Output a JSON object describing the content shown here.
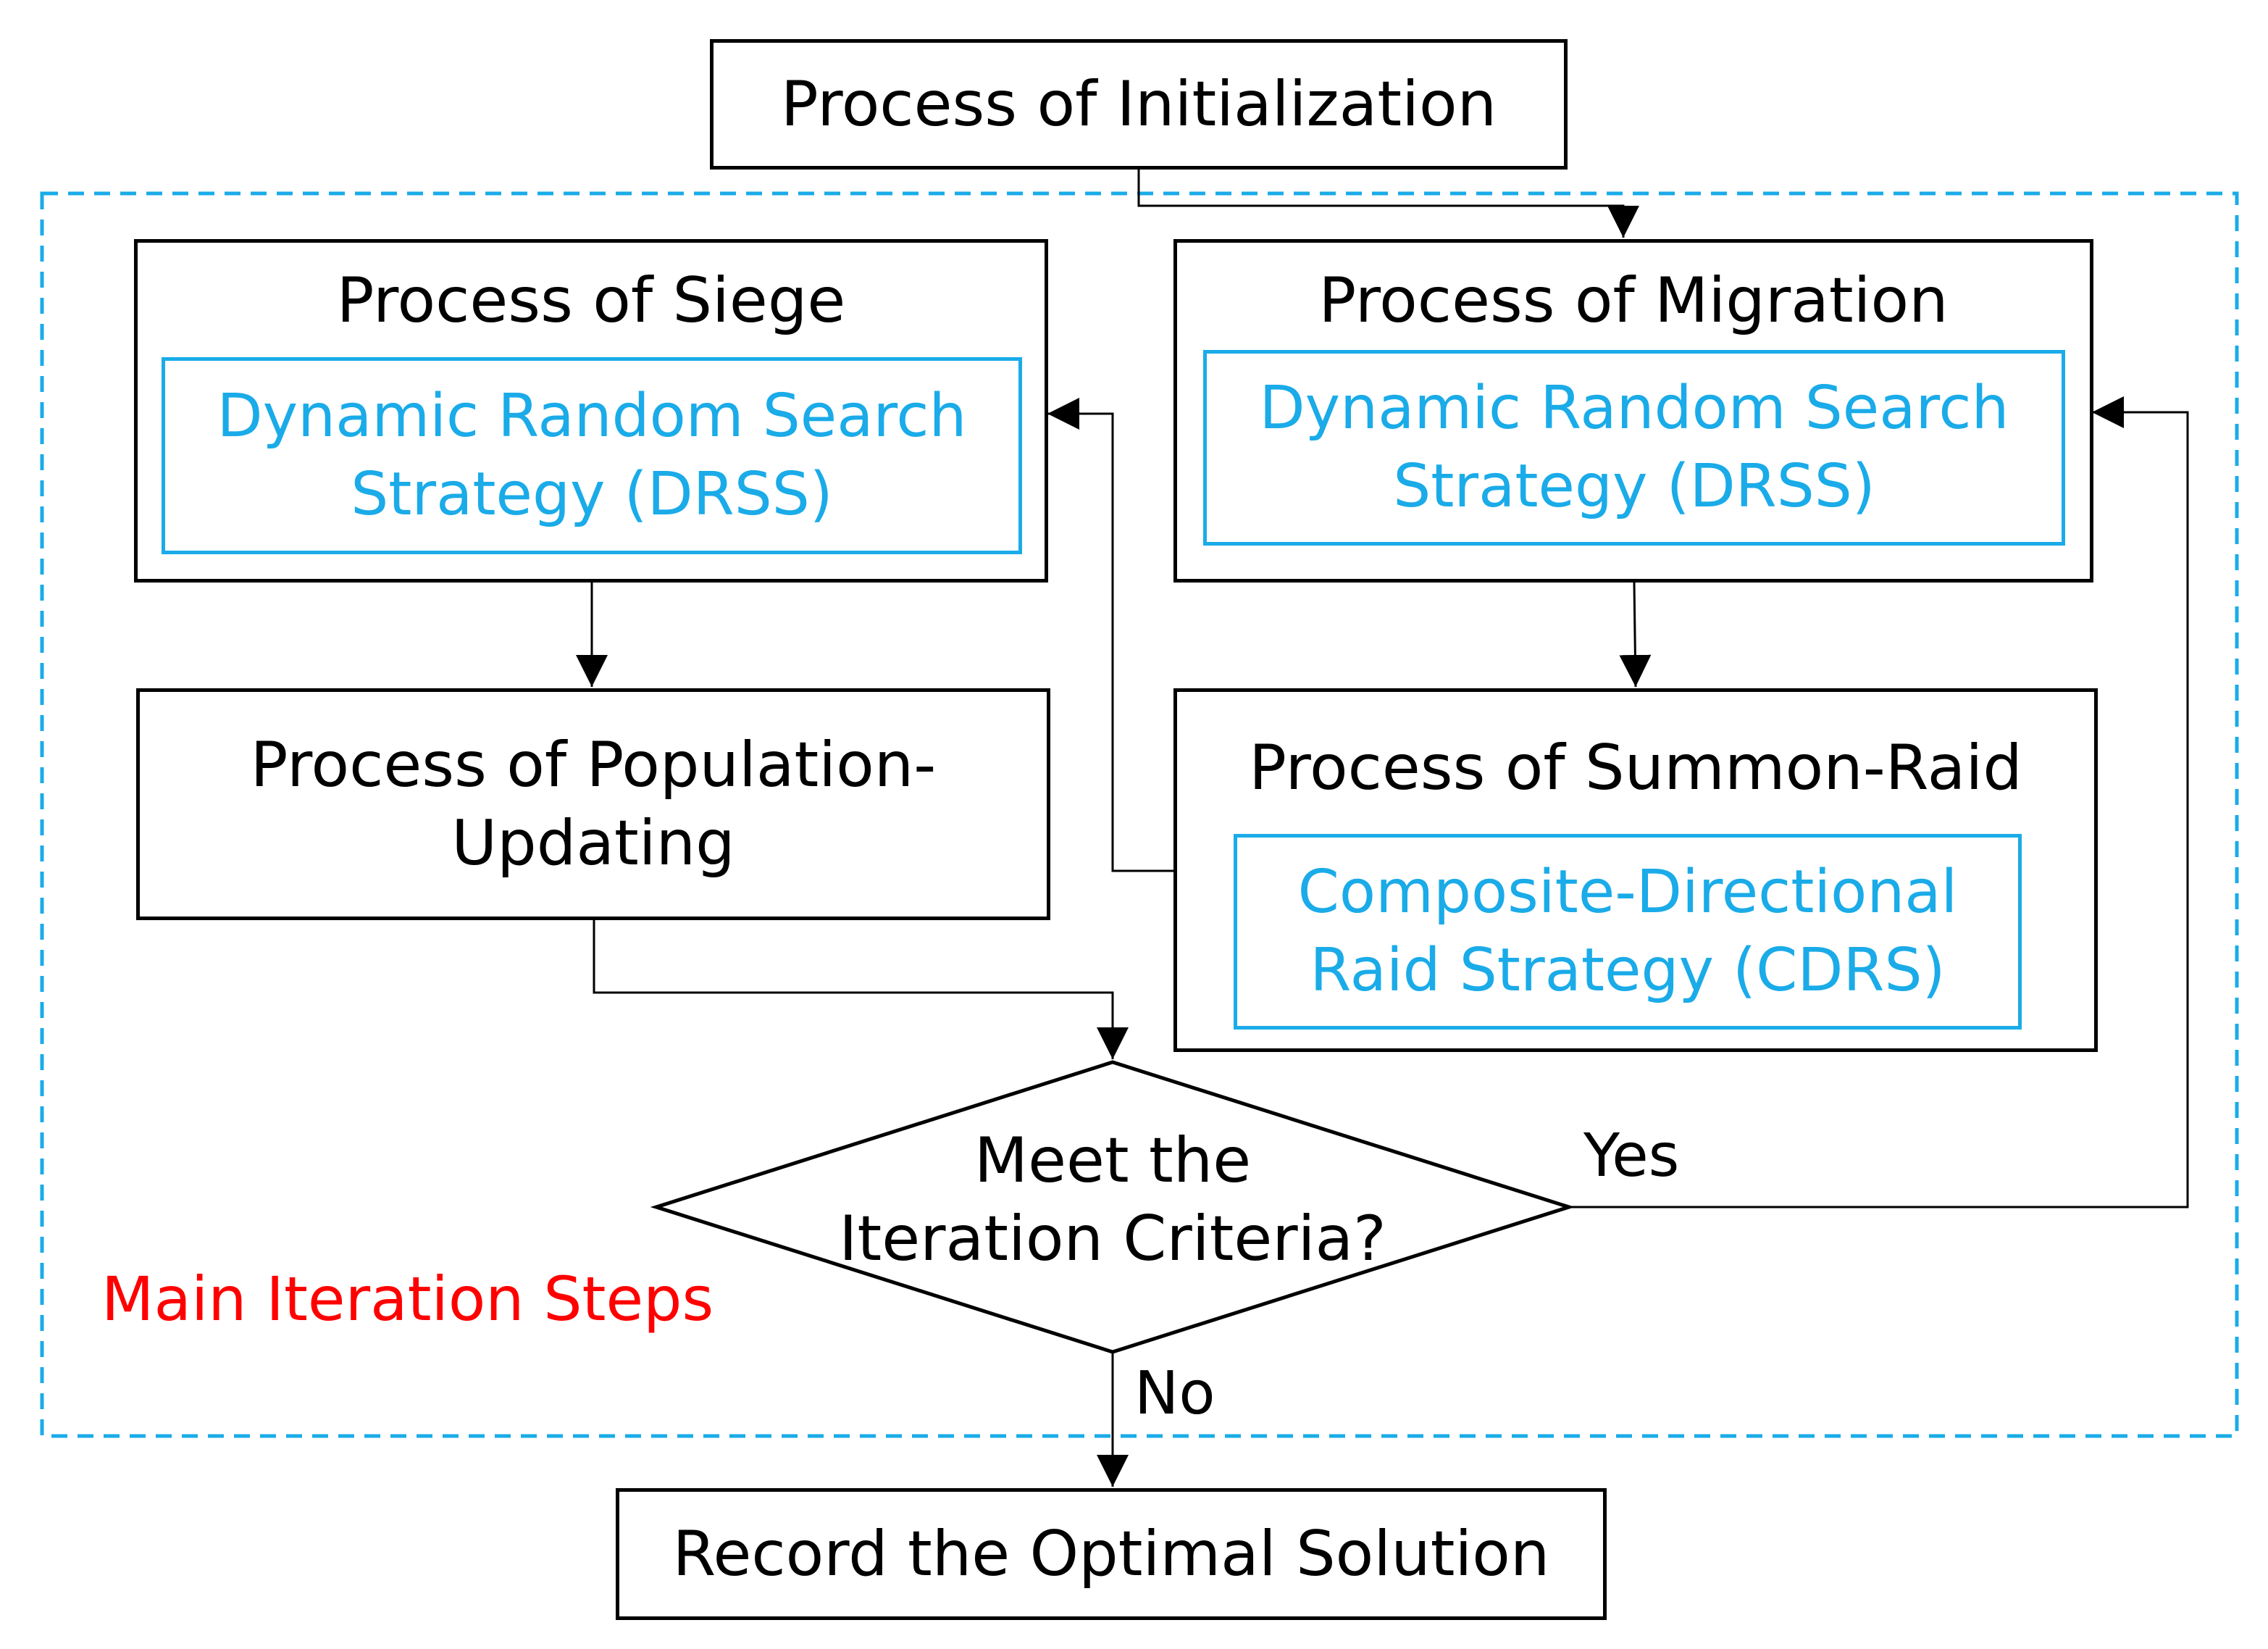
{
  "nodes": {
    "init": {
      "label": "Process of Initialization"
    },
    "siege": {
      "label": "Process of Siege",
      "strategy": "Dynamic Random Search\nStrategy (DRSS)"
    },
    "migration": {
      "label": "Process of Migration",
      "strategy": "Dynamic Random Search\nStrategy (DRSS)"
    },
    "population": {
      "label": "Process of Population-\nUpdating"
    },
    "summon": {
      "label": "Process of Summon-Raid",
      "strategy": "Composite-Directional\nRaid Strategy  (CDRS)"
    },
    "decision": {
      "label": "Meet the\nIteration Criteria?"
    },
    "record": {
      "label": "Record the Optimal Solution"
    }
  },
  "edges": {
    "yes_label": "Yes",
    "no_label": "No"
  },
  "region": {
    "label": "Main Iteration Steps"
  },
  "colors": {
    "strategy": "#1AABE8",
    "region_border": "#1AABE8",
    "region_label": "#FF0000",
    "stroke": "#000000"
  }
}
